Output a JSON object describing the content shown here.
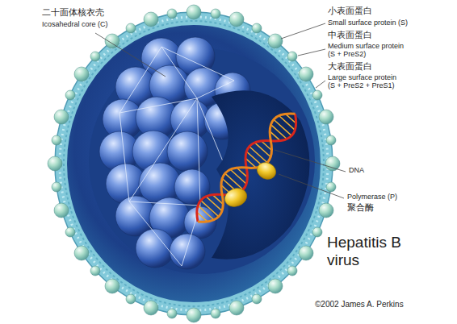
{
  "diagram": {
    "title": "Hepatitis B virus",
    "caption": "©2002 James A. Perkins",
    "labels": [
      "二十面体核衣壳",
      "Icosahedral core (C)",
      "小表面蛋白",
      "Small surface protein (S)",
      "中表面蛋白",
      "Medium surface protein",
      "(S + PreS2)",
      "大表面蛋白",
      "Large surface protein",
      "(S + PreS2 + PreS1)",
      "DNA",
      "Polymerase (P)",
      "聚合酶"
    ]
  }
}
